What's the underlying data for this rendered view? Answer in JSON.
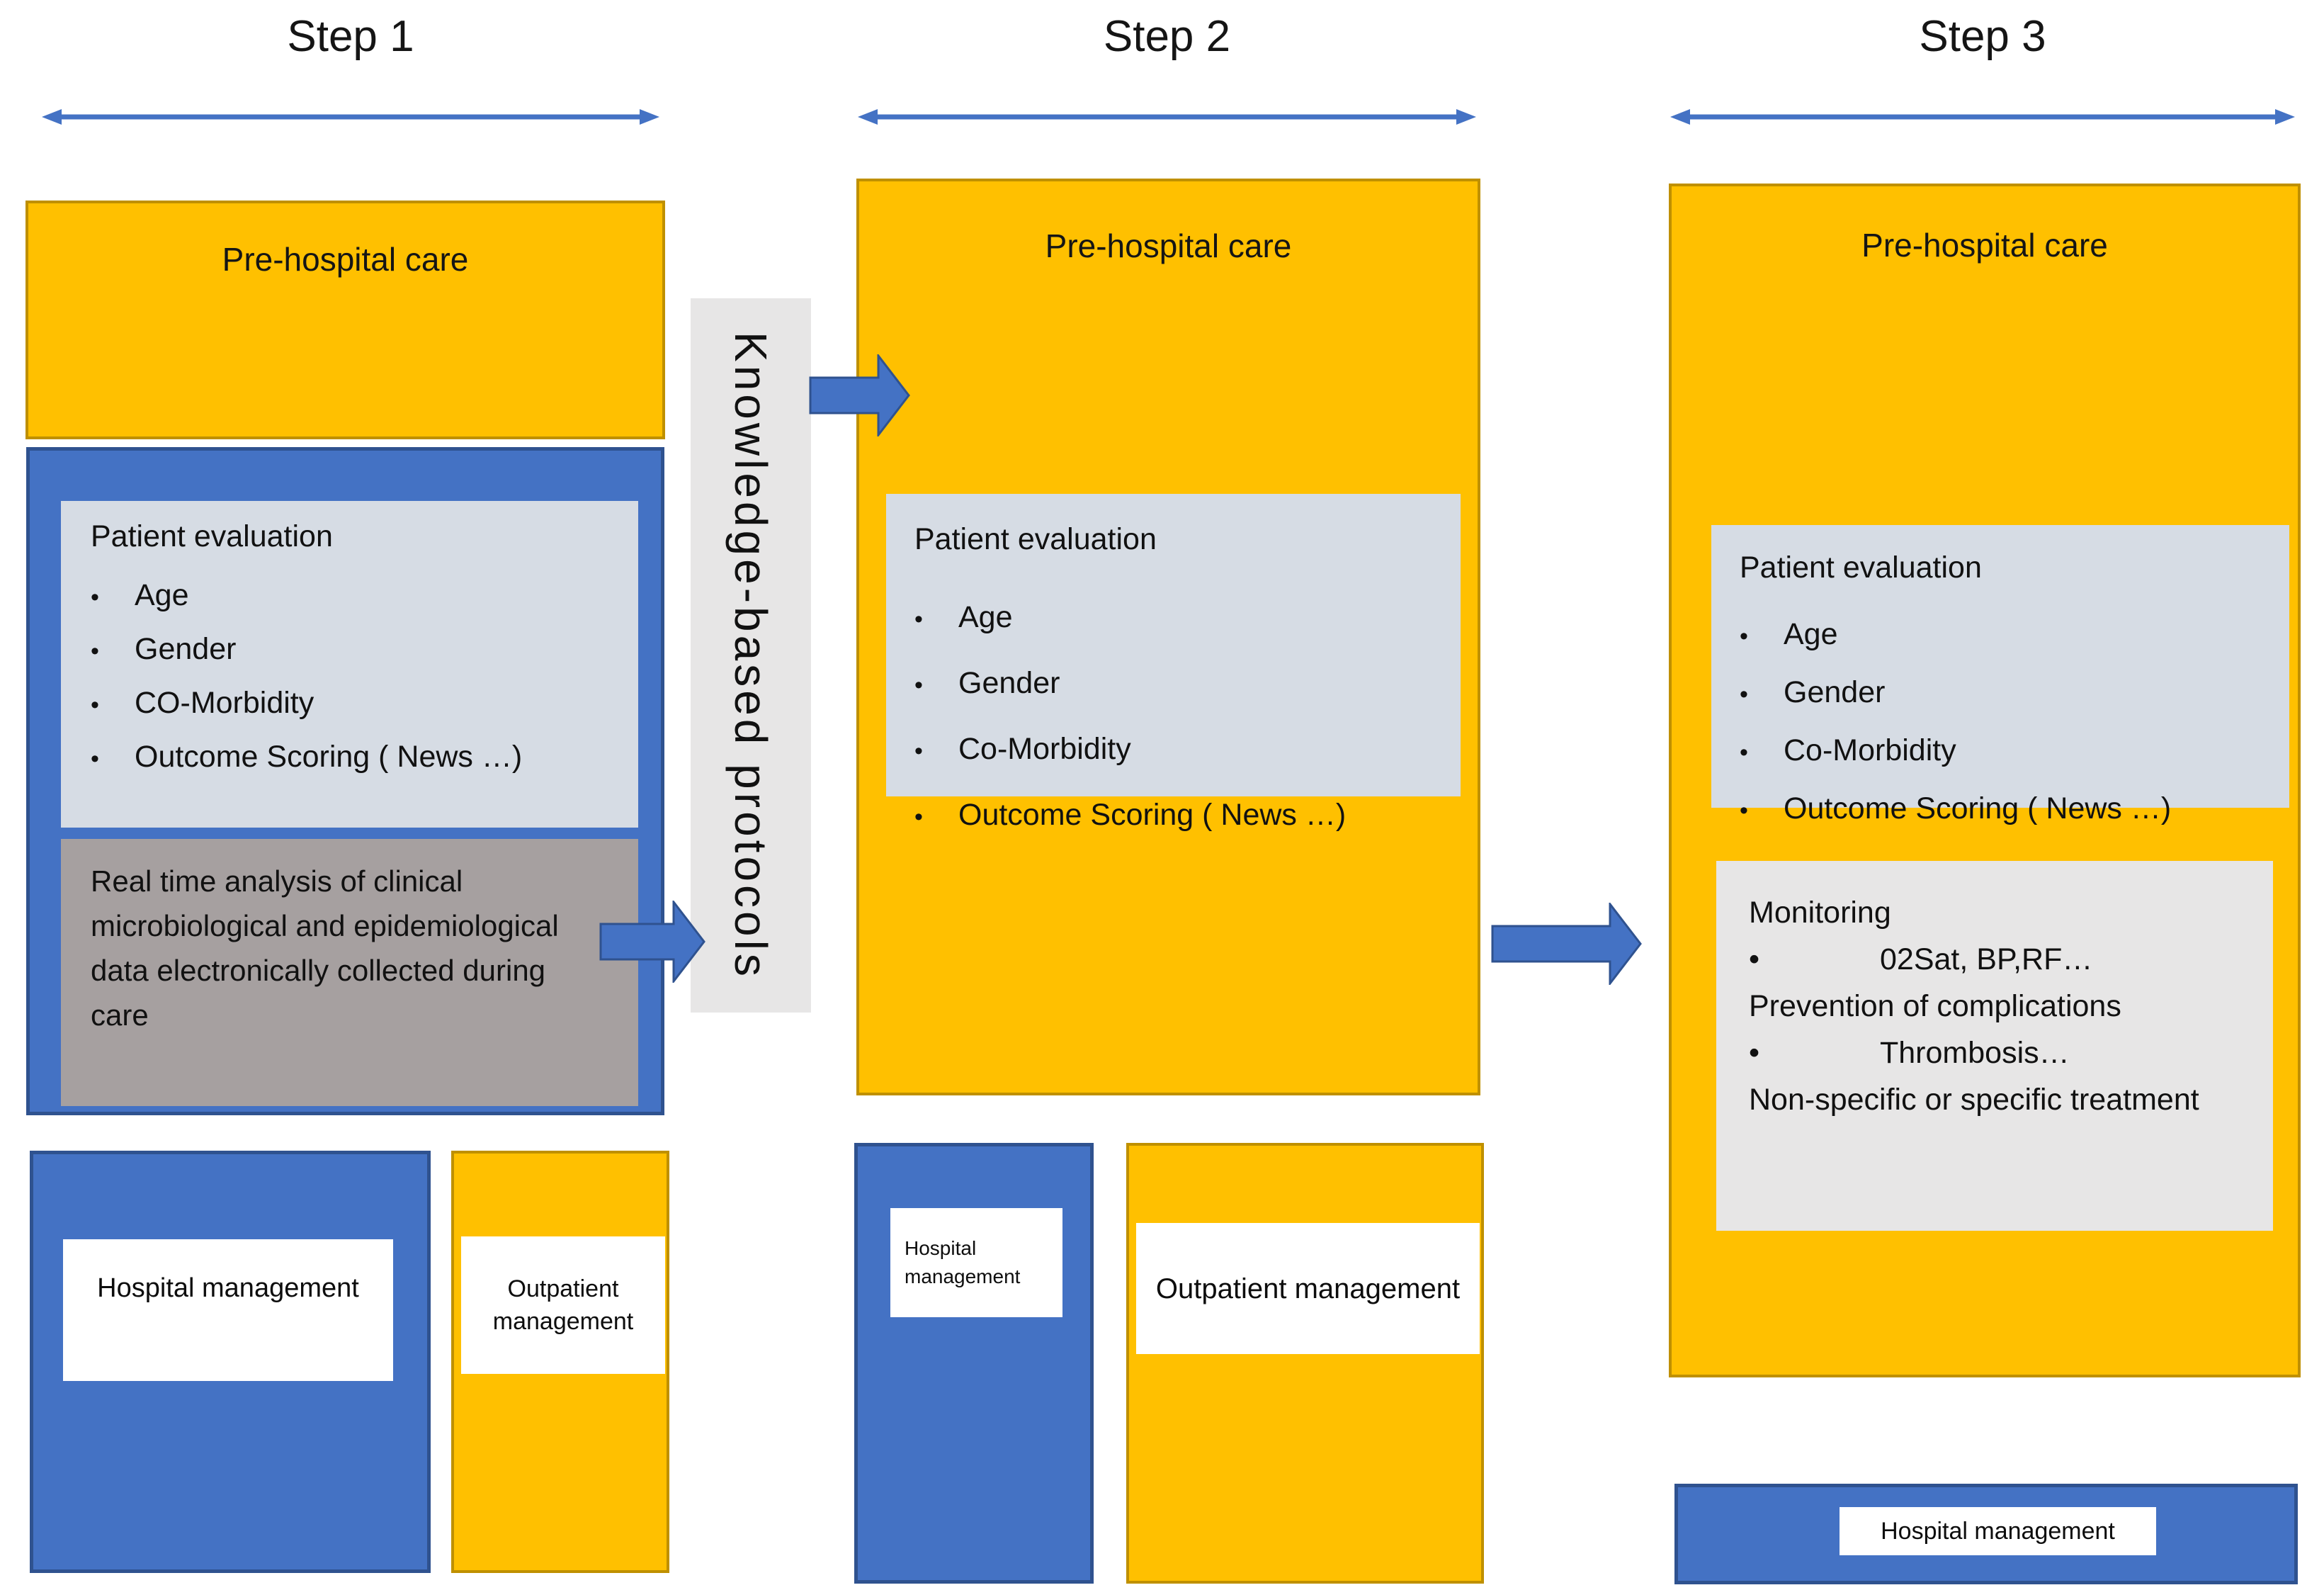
{
  "colors": {
    "orange_fill": "#FFC000",
    "orange_border": "#BF9000",
    "blue_fill": "#4472C4",
    "blue_border": "#2F528F",
    "light_panel": "#D6DCE4",
    "warm_gray_panel": "#A6A0A0",
    "soft_gray_panel": "#E7E6E6",
    "arrow_blue": "#4472C4",
    "text": "#111111"
  },
  "protocol_bar": "Knowledge-based protocols",
  "steps": {
    "step1": {
      "title": "Step 1",
      "pre_hospital": "Pre-hospital care",
      "evaluation": {
        "title": "Patient evaluation",
        "items": [
          "Age",
          "Gender",
          "CO-Morbidity",
          "Outcome Scoring ( News …)"
        ]
      },
      "realtime": "Real time analysis of clinical microbiological and epidemiological data electronically collected during care",
      "hospital": "Hospital management",
      "outpatient": "Outpatient management"
    },
    "step2": {
      "title": "Step 2",
      "pre_hospital": "Pre-hospital care",
      "evaluation": {
        "title": "Patient evaluation",
        "items": [
          "Age",
          "Gender",
          "Co-Morbidity",
          "Outcome Scoring ( News …)"
        ]
      },
      "hospital": "Hospital management",
      "outpatient": "Outpatient management"
    },
    "step3": {
      "title": "Step 3",
      "pre_hospital": "Pre-hospital care",
      "evaluation": {
        "title": "Patient evaluation",
        "items": [
          "Age",
          "Gender",
          "Co-Morbidity",
          "Outcome Scoring ( News …)"
        ]
      },
      "monitoring": {
        "title": "Monitoring",
        "bullet1": "02Sat, BP,RF…",
        "line2": "Prevention of complications",
        "bullet2": "Thrombosis…",
        "line3": "Non-specific or specific treatment"
      },
      "hospital": "Hospital management"
    }
  }
}
